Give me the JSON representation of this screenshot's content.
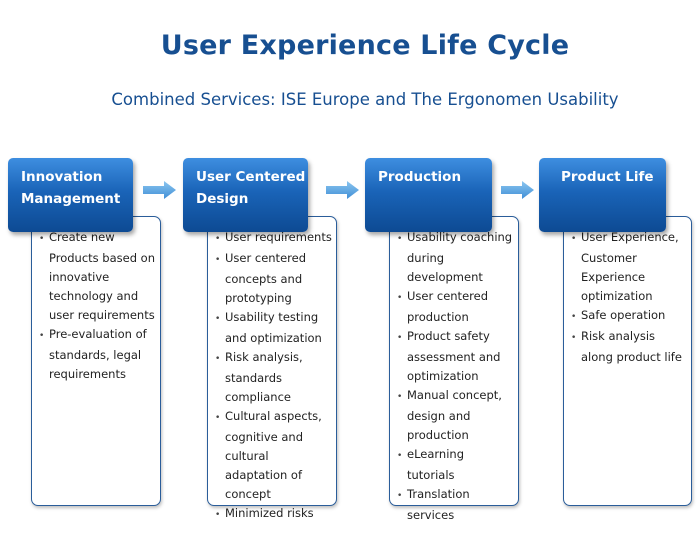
{
  "title": "User Experience Life Cycle",
  "subtitle": "Combined Services: ISE Europe and The Ergonomen Usability",
  "stages": [
    {
      "title": "Innovation Management",
      "items": [
        "Create new Products based on innovative technology and user requirements",
        "Pre-evaluation of standards, legal requirements"
      ]
    },
    {
      "title": "User Centered Design",
      "items": [
        "User requirements",
        "User centered concepts and prototyping",
        "Usability testing and optimization",
        "Risk analysis, standards compliance",
        "Cultural aspects, cognitive and cultural adaptation of concept",
        "Minimized risks"
      ]
    },
    {
      "title": "Production",
      "items": [
        "Usability coaching during development",
        "User centered production",
        "Product safety assessment and optimization",
        "Manual concept, design and production",
        "eLearning tutorials",
        "Translation services"
      ]
    },
    {
      "title": "Product Life",
      "items": [
        "User Experience, Customer Experience optimization",
        "Safe operation",
        "Risk analysis along product life"
      ]
    }
  ],
  "colors": {
    "title": "#174f91",
    "header_top": "#3e8ee0",
    "header_bottom": "#0d4a93",
    "arrow": "#5aa9e6",
    "card_border": "#2a5d9a"
  }
}
